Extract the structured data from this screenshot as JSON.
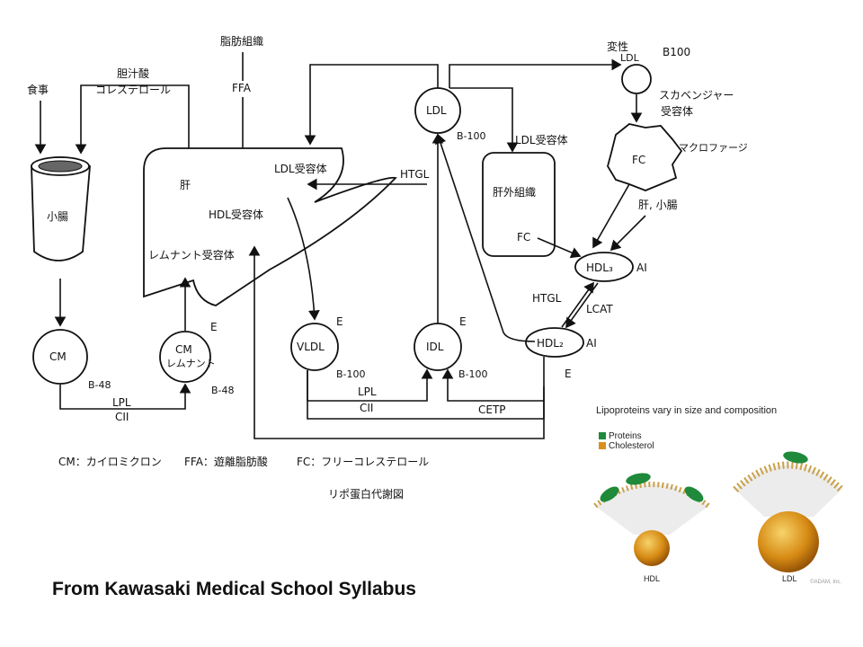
{
  "diagram": {
    "title": "リポ蛋白代謝図",
    "inputs": {
      "shokuji": "食事",
      "bile": "胆汁酸",
      "cholesterol": "コレステロール",
      "adipose": "脂肪組織",
      "ffa": "FFA"
    },
    "organs": {
      "small_intestine": "小腸",
      "liver": "肝",
      "extrahepatic": "肝外組織",
      "liver_intestine": "肝, 小腸",
      "macrophage": "マクロファージ",
      "macrophage_core": "FC",
      "scavenger": "スカベンジャー",
      "scavenger2": "受容体",
      "denatured": "変性",
      "denatured_ldl": "LDL"
    },
    "receptors": {
      "ldl_receptor": "LDL受容体",
      "ldl_receptor_ext": "LDL受容体",
      "hdl_receptor": "HDL受容体",
      "remnant_receptor": "レムナント受容体"
    },
    "particles": {
      "cm": "CM",
      "cm_remnant": "CM",
      "cm_remnant_sub": "レムナント",
      "vldl": "VLDL",
      "idl": "IDL",
      "ldl": "LDL",
      "hdl3": "HDL₃",
      "hdl2": "HDL₂"
    },
    "apolipoproteins": {
      "b48_cm": "B-48",
      "b48_rem": "B-48",
      "e_rem": "E",
      "e_vldl": "E",
      "b100_vldl": "B-100",
      "e_idl": "E",
      "b100_idl": "B-100",
      "b100_ldl": "B-100",
      "b100_oxldl": "B100",
      "ai_hdl3": "AI",
      "ai_hdl2": "AI",
      "e_hdl2": "E"
    },
    "enzymes": {
      "lpl1": "LPL",
      "cii1": "CII",
      "lpl2": "LPL",
      "cii2": "CII",
      "htgl1": "HTGL",
      "htgl2": "HTGL",
      "lcat": "LCAT",
      "cetp": "CETP",
      "fc": "FC"
    },
    "legend_text": {
      "cm": "CM：カイロミクロン",
      "ffa": "FFA：遊離脂肪酸",
      "fc": "FC：フリーコレステロール"
    }
  },
  "inset": {
    "title": "Lipoproteins vary in size and composition",
    "legend": [
      {
        "label": "Proteins",
        "color": "#1f8a3a"
      },
      {
        "label": "Cholesterol",
        "color": "#d9901c"
      }
    ],
    "hdl_label": "HDL",
    "ldl_label": "LDL",
    "credit": "©ADAM, Inc."
  },
  "caption": "From Kawasaki Medical School Syllabus"
}
